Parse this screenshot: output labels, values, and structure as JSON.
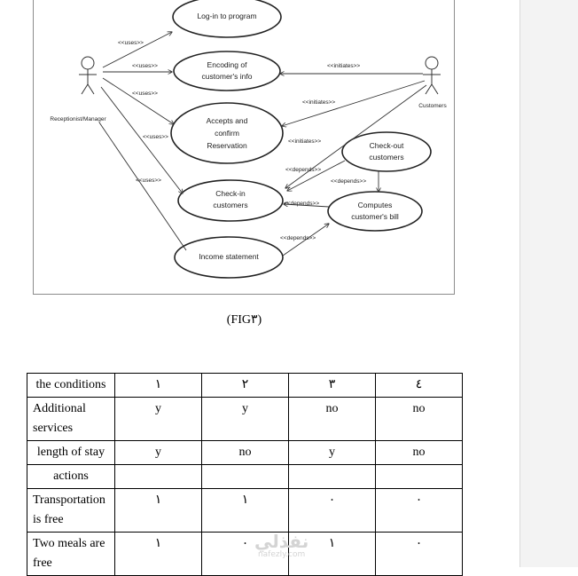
{
  "diagram": {
    "actors": {
      "left": "Receptionist/Manager",
      "right": "Customers"
    },
    "use_cases": {
      "login": "Log-in to program",
      "encoding": [
        "Encoding of",
        "customer's info"
      ],
      "accepts": [
        "Accepts and",
        "confirm",
        "Reservation"
      ],
      "checkin": [
        "Check-in",
        "customers"
      ],
      "income": "Income statement",
      "checkout": [
        "Check-out",
        "customers"
      ],
      "computes": [
        "Computes",
        "customer's bill"
      ]
    },
    "relations": {
      "uses": "<<uses>>",
      "initiates": "<<initiates>>",
      "depends": "<<depends>>"
    }
  },
  "caption": "(FIG٣)",
  "table": {
    "header": [
      "the conditions",
      "١",
      "٢",
      "٣",
      "٤"
    ],
    "rows": [
      {
        "label": "Additional services",
        "values": [
          "y",
          "y",
          "no",
          "no"
        ]
      },
      {
        "label": "length of stay",
        "values": [
          "y",
          "no",
          "y",
          "no"
        ]
      },
      {
        "label": "actions",
        "values": [
          "",
          "",
          "",
          ""
        ]
      },
      {
        "label": "Transportation is free",
        "values": [
          "١",
          "١",
          "٠",
          "٠"
        ]
      },
      {
        "label": "Two meals are free",
        "values": [
          "١",
          "٠",
          "١",
          "٠"
        ]
      }
    ]
  },
  "watermark": {
    "main": "نفذلي",
    "sub": "nafezly.com"
  }
}
